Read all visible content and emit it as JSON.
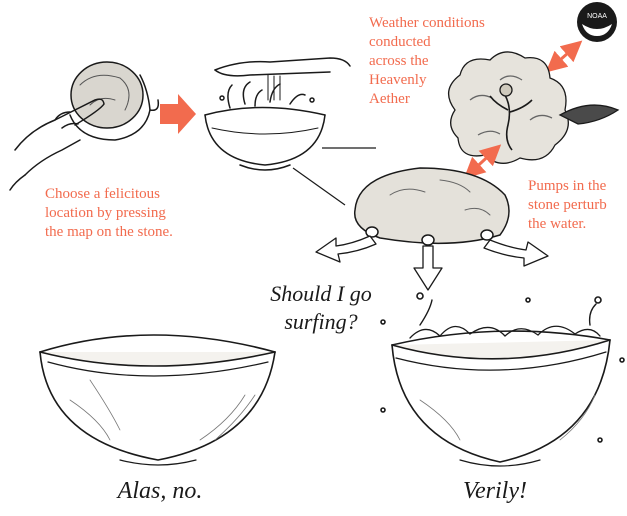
{
  "colors": {
    "ink": "#1a1a1a",
    "accent": "#f26b4e",
    "paper": "#ffffff"
  },
  "annotations": {
    "choose_location": "Choose a felicitous\nlocation by pressing\nthe map on the stone.",
    "weather_conditions": "Weather conditions\nconducted\nacross the\nHeavenly\nAether",
    "pumps": "Pumps in the\nstone perturb\nthe water."
  },
  "question": "Should I go\nsurfing?",
  "captions": {
    "calm": "Alas, no.",
    "rough": "Verily!"
  },
  "logo": {
    "text": "NOAA"
  },
  "icons": {
    "hand_stone": "hand-pressing-stone-icon",
    "bowl_splash": "bowl-splashing-water-icon",
    "weather_cloud": "storm-cloud-figure-icon",
    "stone": "stone-dome-icon",
    "bowl_calm": "calm-bowl-icon",
    "bowl_rough": "rough-bowl-icon"
  }
}
